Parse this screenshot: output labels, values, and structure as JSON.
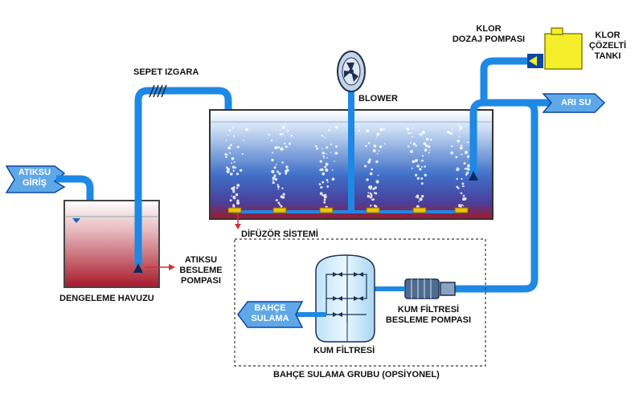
{
  "labels": {
    "atiksu_giris_1": "ATIKSU",
    "atiksu_giris_2": "GİRİŞ",
    "sepet_izgara": "SEPET IZGARA",
    "dengeleme_havuzu": "DENGELEME HAVUZU",
    "pump_1": "ATIKSU",
    "pump_2": "BESLEME",
    "pump_3": "POMPASI",
    "blower": "BLOWER",
    "difuzor": "DİFÜZÖR SİSTEMİ",
    "klor_pompa_1": "KLOR",
    "klor_pompa_2": "DOZAJ POMPASI",
    "klor_tank_1": "KLOR",
    "klor_tank_2": "ÇÖZELTİ",
    "klor_tank_3": "TANKI",
    "ari_su": "ARI SU",
    "bahce_1": "BAHÇE",
    "bahce_2": "SULAMA",
    "kum_filtresi": "KUM FİLTRESİ",
    "kum_pompa_1": "KUM FİLTRESİ",
    "kum_pompa_2": "BESLEME POMPASI",
    "grup": "BAHÇE SULAMA GRUBU (OPSİYONEL)"
  },
  "colors": {
    "pipe": "#1e88e5",
    "pipe_dark": "#0d47a1",
    "water_top": "#ffffff",
    "water_mid": "#3f7fd0",
    "water_bottom": "#b0182a",
    "tank_yellow": "#f4ef2a",
    "arrow_red": "#d32f2f"
  }
}
